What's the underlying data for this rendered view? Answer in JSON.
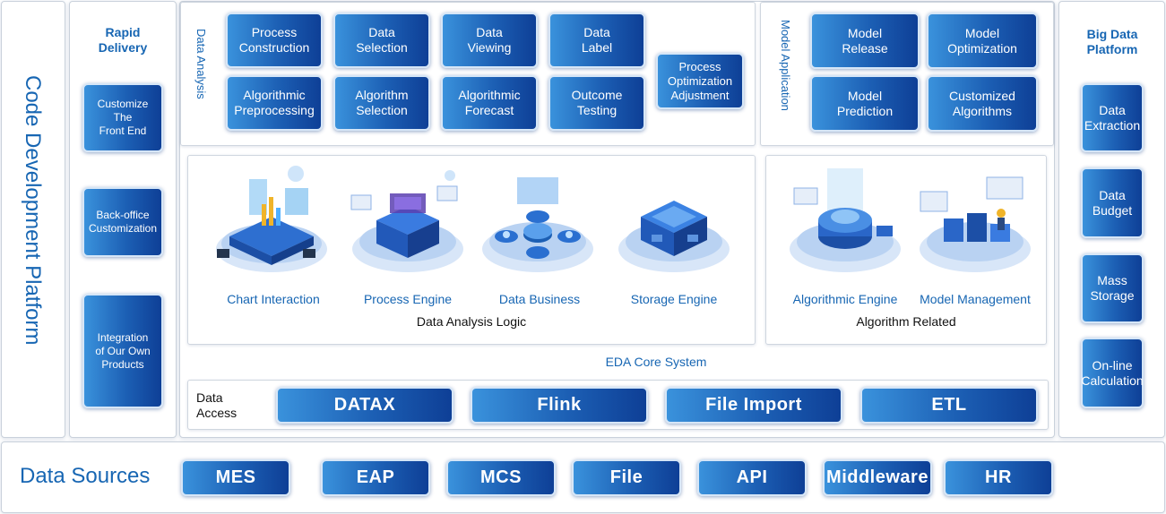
{
  "platform": {
    "title": "Code Development Platform"
  },
  "rapid_delivery": {
    "title": "Rapid\nDelivery",
    "items": [
      "Customize\nThe\nFront End",
      "Back-office\nCustomization",
      "Integration\nof Our Own\nProducts"
    ]
  },
  "data_analysis": {
    "title": "Data Analysis",
    "buttons": [
      "Process\nConstruction",
      "Data\nSelection",
      "Data\nViewing",
      "Data\nLabel",
      "Algorithmic\nPreprocessing",
      "Algorithm\nSelection",
      "Algorithmic\nForecast",
      "Outcome\nTesting",
      "Process\nOptimization\nAdjustment"
    ]
  },
  "model_application": {
    "title": "Model Application",
    "buttons": [
      "Model\nRelease",
      "Model\nOptimization",
      "Model\nPrediction",
      "Customized\nAlgorithms"
    ]
  },
  "big_data": {
    "title": "Big Data\nPlatform",
    "items": [
      "Data\nExtraction",
      "Data\nBudget",
      "Mass\nStorage",
      "On-line\nCalculation"
    ]
  },
  "analysis_logic": {
    "title": "Data Analysis Logic",
    "modules": [
      "Chart Interaction",
      "Process Engine",
      "Data Business",
      "Storage Engine"
    ]
  },
  "algorithm_related": {
    "title": "Algorithm Related",
    "modules": [
      "Algorithmic Engine",
      "Model Management"
    ]
  },
  "core": {
    "title": "EDA Core System"
  },
  "data_access": {
    "label": "Data\nAccess",
    "buttons": [
      "DATAX",
      "Flink",
      "File Import",
      "ETL"
    ]
  },
  "data_sources": {
    "title": "Data Sources",
    "buttons": [
      "MES",
      "EAP",
      "MCS",
      "File",
      "API",
      "Middleware",
      "HR"
    ]
  },
  "colors": {
    "accent": "#1766b3",
    "button_dark": "#0e3f96",
    "button_light": "#3a92dc"
  }
}
